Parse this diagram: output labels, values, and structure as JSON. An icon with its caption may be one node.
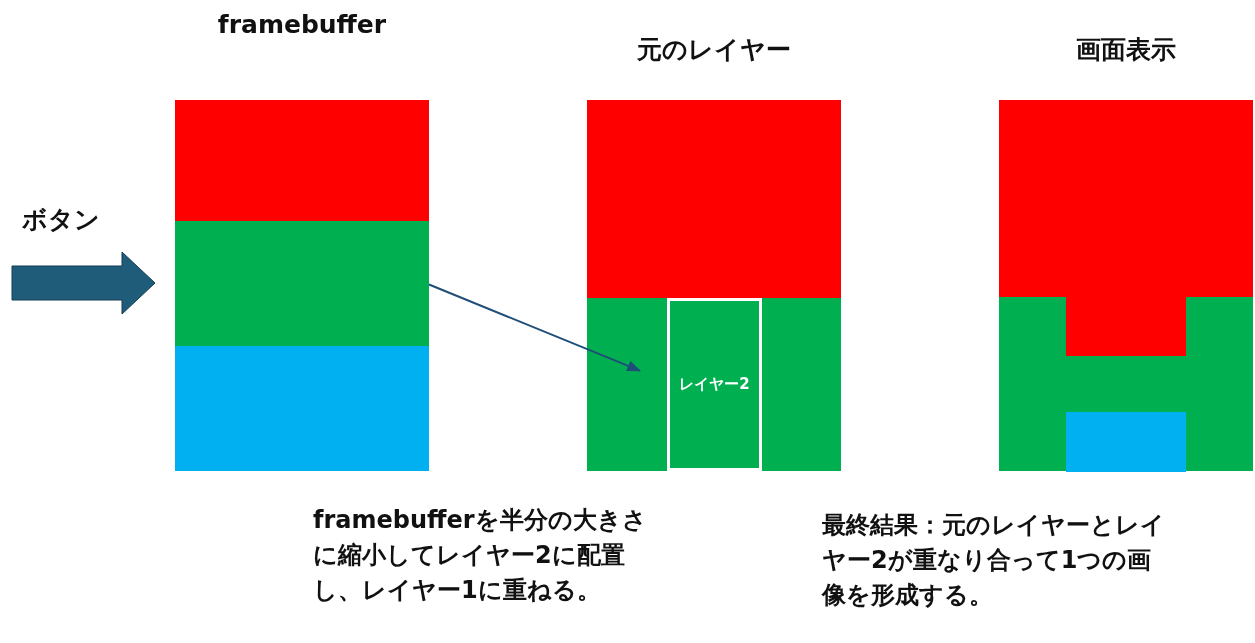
{
  "diagram": {
    "nodes": [
      {
        "text": [
          "framebuffer"
        ]
      },
      {
        "text": [],
        "shape": "bar",
        "in": 0
      },
      {
        "text": [],
        "shape": "bar",
        "in": 0
      },
      {
        "text": [],
        "shape": "bar",
        "in": 0
      },
      {
        "text": [
          "元のレイヤー"
        ]
      },
      {
        "text": [],
        "shape": "bar",
        "in": 4
      },
      {
        "text": [],
        "shape": "bar",
        "in": 4
      },
      {
        "text": [
          "レイヤー2"
        ],
        "in": 4
      },
      {
        "text": [],
        "shape": "bar",
        "in": 4
      },
      {
        "text": [
          "画面表示"
        ]
      },
      {
        "text": [],
        "shape": "bar",
        "in": 9
      },
      {
        "text": [],
        "shape": "bar",
        "in": 9
      },
      {
        "text": [],
        "shape": "box",
        "in": 11
      },
      {
        "text": [],
        "shape": "box",
        "in": 11
      }
    ],
    "edges": [
      {
        "from": null,
        "to": 0,
        "arrow": "to",
        "label": "ボタン",
        "style": "thick"
      },
      {
        "from": 2,
        "to": 6,
        "arrow": "to"
      }
    ],
    "labels": [
      "framebufferを半分の大きさに縮小してレイヤー2に配置し、レイヤー1に重ねる。",
      "最終結果：元のレイヤーとレイヤー2が重なり合って1つの画像を形成する。"
    ]
  }
}
